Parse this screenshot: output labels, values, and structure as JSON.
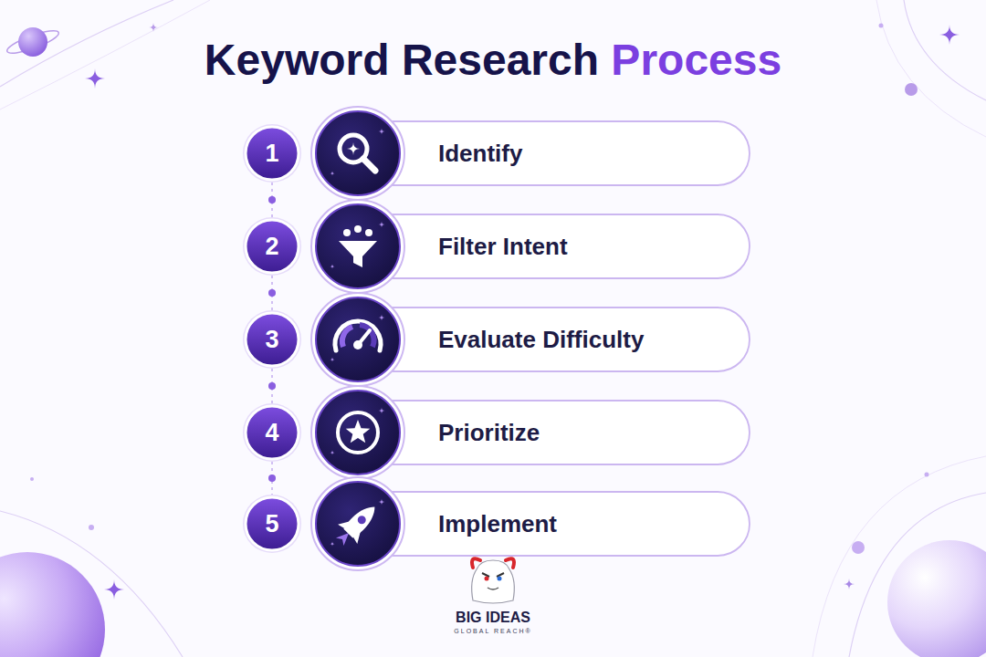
{
  "diagram": {
    "title": "Keyword Research Process",
    "nodes": [
      {
        "text": [
          "1"
        ]
      },
      {
        "text": [
          "Identify"
        ]
      },
      {
        "text": [
          "2"
        ]
      },
      {
        "text": [
          "Filter Intent"
        ]
      },
      {
        "text": [
          "3"
        ]
      },
      {
        "text": [
          "Evaluate Difficulty"
        ]
      },
      {
        "text": [
          "4"
        ]
      },
      {
        "text": [
          "Prioritize"
        ]
      },
      {
        "text": [
          "5"
        ]
      },
      {
        "text": [
          "Implement"
        ]
      }
    ],
    "edges": [
      {
        "from": 0,
        "to": 2,
        "arrow": "none"
      },
      {
        "from": 2,
        "to": 4,
        "arrow": "none"
      },
      {
        "from": 4,
        "to": 6,
        "arrow": "none"
      },
      {
        "from": 6,
        "to": 8,
        "arrow": "none"
      }
    ],
    "labels": [
      "BIG IDEAS",
      "GLOBAL REACH®"
    ]
  }
}
